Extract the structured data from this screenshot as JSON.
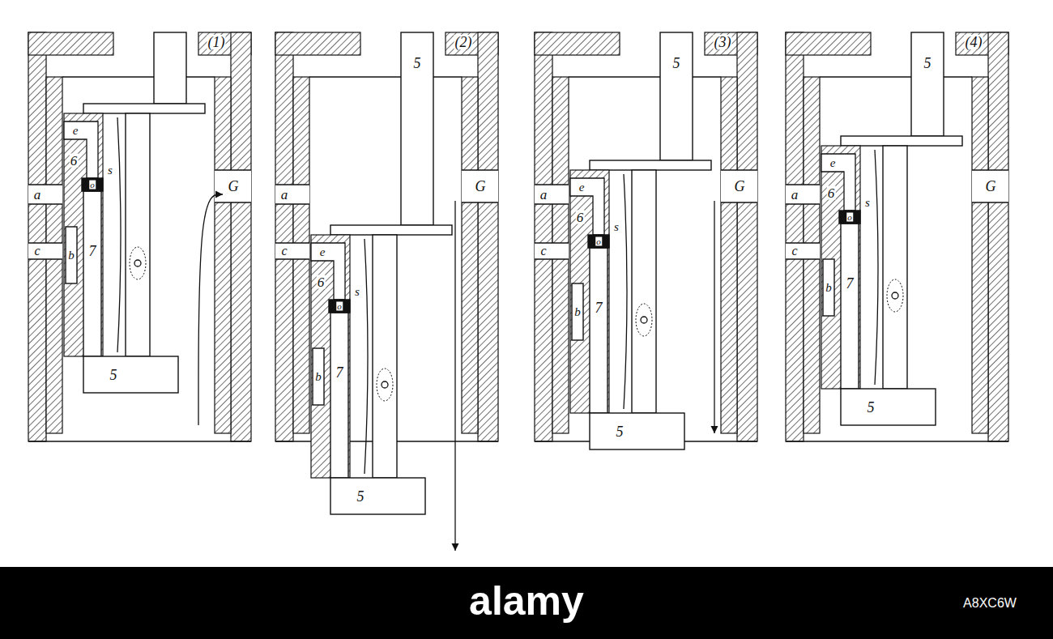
{
  "diagram": {
    "labels": [
      "(1)",
      "e",
      "6",
      "a",
      "s",
      "o",
      "b",
      "c",
      "7",
      "5",
      "G",
      "(2)",
      "5",
      "a",
      "G",
      "e",
      "6",
      "c",
      "s",
      "o",
      "b",
      "7",
      "5",
      "(3)",
      "5",
      "e",
      "a",
      "6",
      "G",
      "c",
      "s",
      "o",
      "b",
      "7",
      "5",
      "(4)",
      "5",
      "a",
      "e",
      "G",
      "6",
      "s",
      "o",
      "c",
      "b",
      "7",
      "5",
      "alamy",
      "A8XC6W"
    ]
  }
}
